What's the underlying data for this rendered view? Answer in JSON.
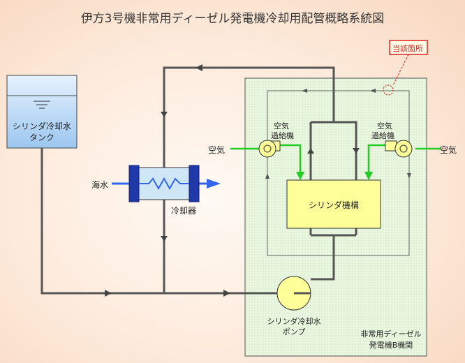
{
  "title": "伊方3号機非常用ディーゼル発電機冷却用配管概略系統図",
  "callout": "当該箇所",
  "tank_label_1": "シリンダ冷却水",
  "tank_label_2": "タンク",
  "seawater": "海水",
  "cooler": "冷却器",
  "air_left": "空気",
  "air_right": "空気",
  "filter_left_1": "空気",
  "filter_left_2": "過給機",
  "filter_right_1": "空気",
  "filter_right_2": "過給機",
  "engine": "シリンダ機構",
  "pump_1": "シリンダ冷却水",
  "pump_2": "ポンプ",
  "room_1": "非常用ディーゼル",
  "room_2": "発電機B機関",
  "colors": {
    "pipe": "#555555",
    "air": "#22cc22",
    "seawater": "#3366ee",
    "callout": "#e02020",
    "engine_fill": "#ffff99",
    "room_fill": "#e7f5dc"
  }
}
